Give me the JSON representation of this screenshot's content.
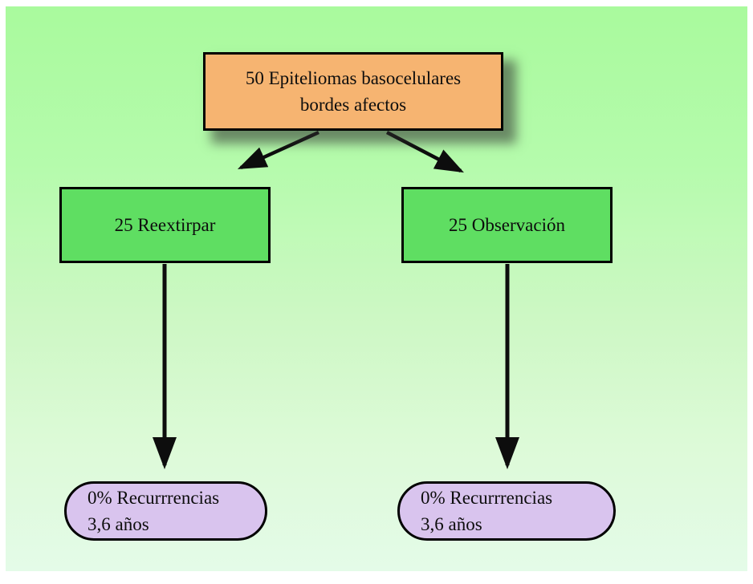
{
  "colors": {
    "background_top": "#a9fa9d",
    "background_bottom": "#e4fbe8",
    "root_fill": "#f6b471",
    "branch_fill": "#5fde62",
    "outcome_fill": "#d9c4ee",
    "node_border": "#000000",
    "arrow": "#0d0d0d"
  },
  "flowchart": {
    "root": {
      "line1": "50 Epiteliomas basocelulares",
      "line2": "bordes afectos"
    },
    "branches": [
      {
        "label": "25 Reextirpar"
      },
      {
        "label": "25 Observación"
      }
    ],
    "outcomes": [
      {
        "line1": "0% Recurrrencias",
        "line2": "3,6 años"
      },
      {
        "line1": "0% Recurrrencias",
        "line2": "3,6 años"
      }
    ]
  }
}
